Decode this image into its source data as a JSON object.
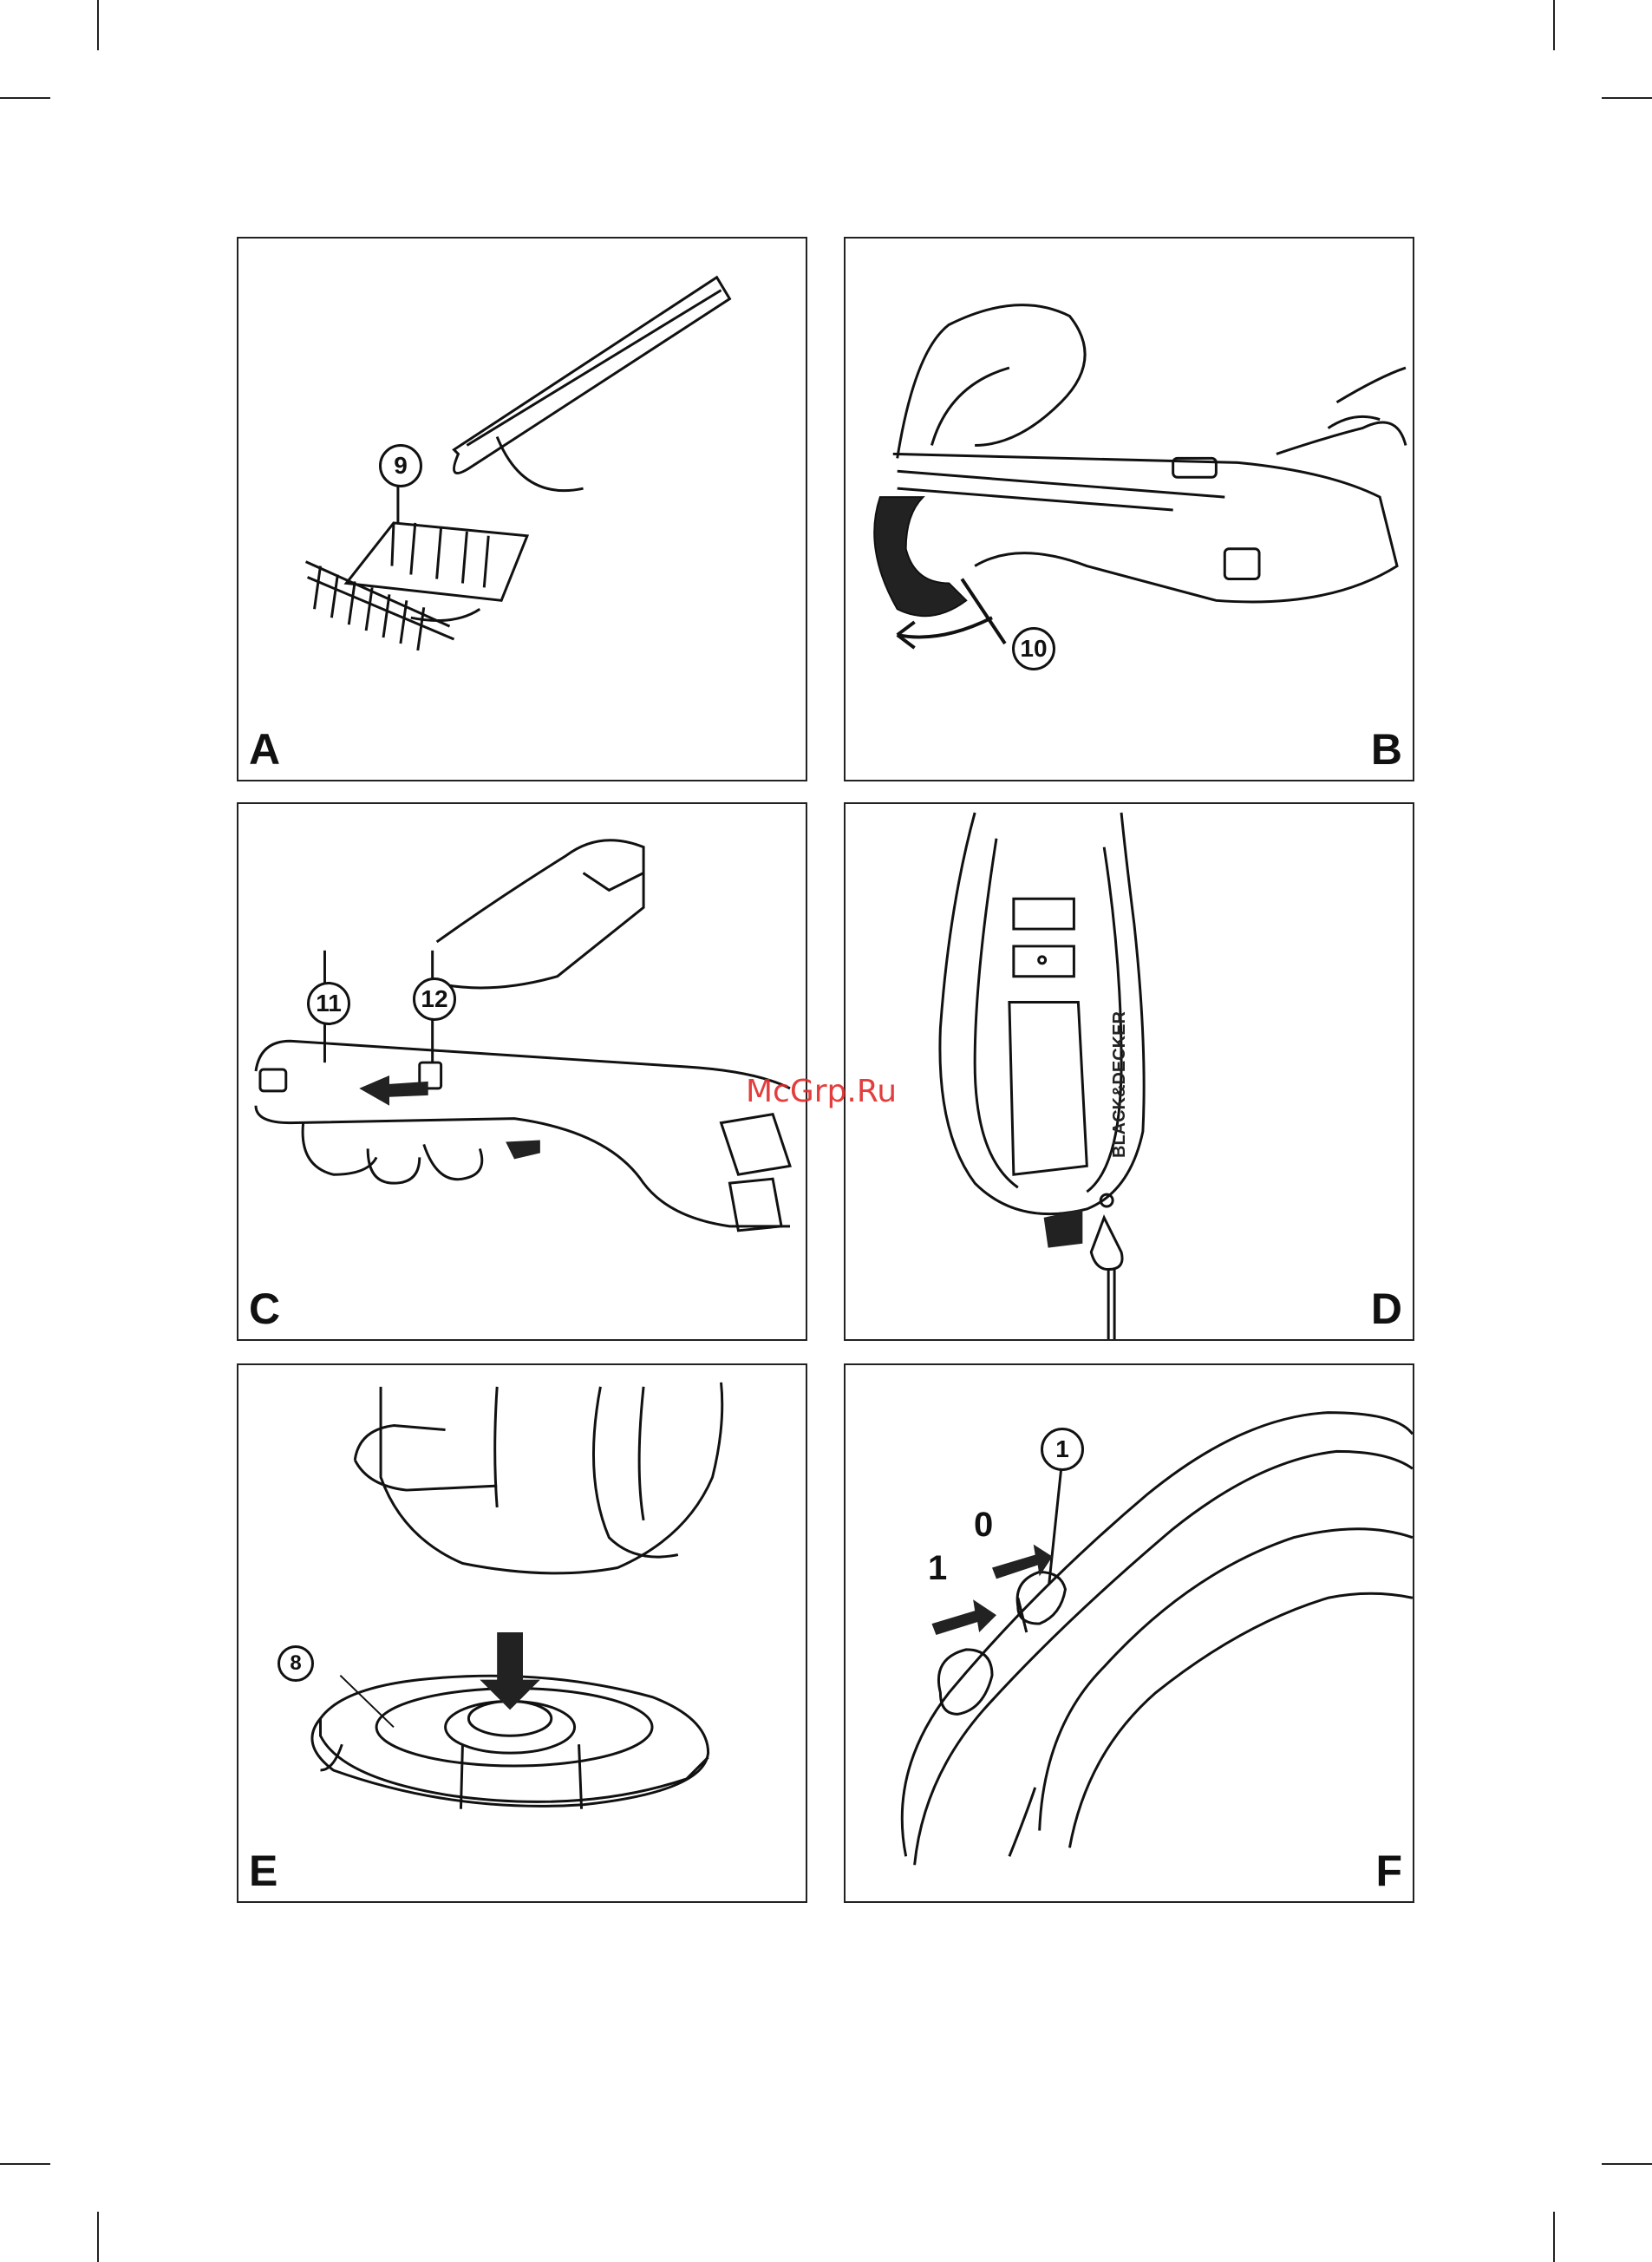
{
  "watermark": {
    "text": "McGrp.Ru",
    "color": "#e02a2a"
  },
  "panels": [
    {
      "id": "A",
      "letter": "A",
      "callouts": [
        "9"
      ]
    },
    {
      "id": "B",
      "letter": "B",
      "callouts": [
        "10"
      ]
    },
    {
      "id": "C",
      "letter": "C",
      "callouts": [
        "11",
        "12"
      ]
    },
    {
      "id": "D",
      "letter": "D",
      "brand": "BLACK&DECKER"
    },
    {
      "id": "E",
      "letter": "E",
      "callouts": [
        "8"
      ]
    },
    {
      "id": "F",
      "letter": "F",
      "callouts": [
        "1"
      ],
      "switch_positions": [
        "0",
        "1"
      ]
    }
  ]
}
